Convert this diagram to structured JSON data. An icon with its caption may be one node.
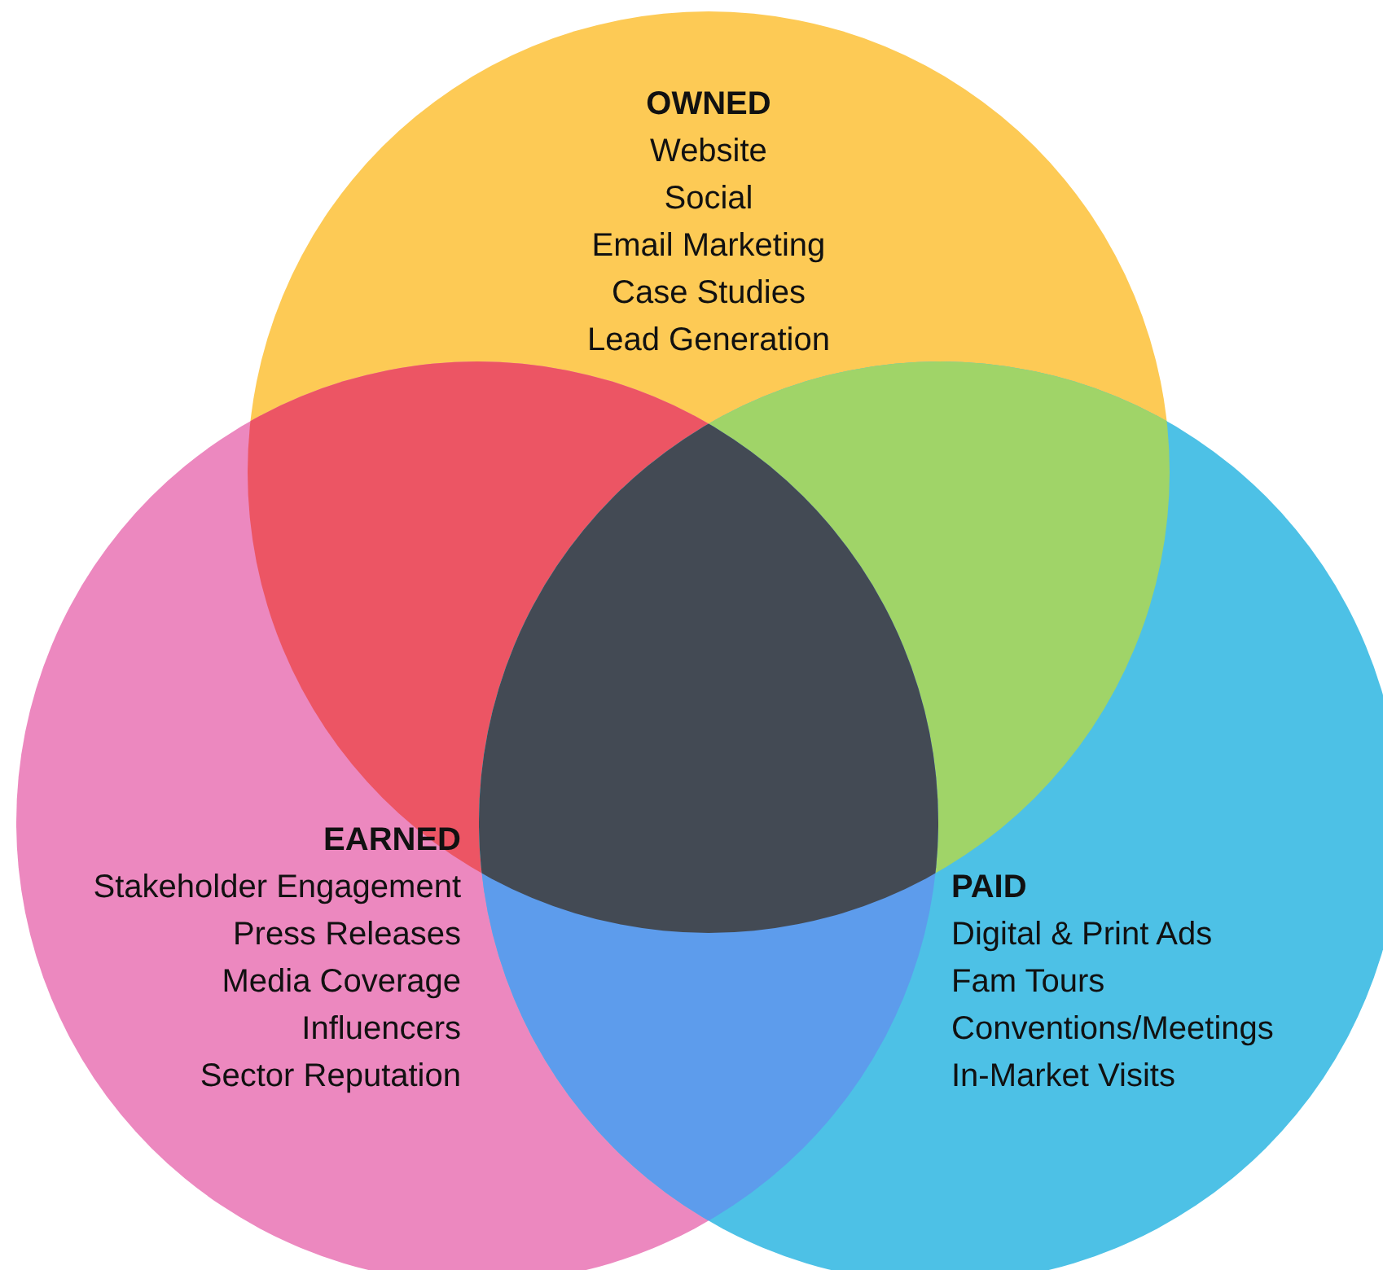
{
  "diagram": {
    "nodes": [
      {
        "text": [
          "OWNED",
          "Website",
          "Social",
          "Email Marketing",
          "Case Studies",
          "Lead Generation"
        ]
      },
      {
        "text": [
          "EARNED",
          "Stakeholder Engagement",
          "Press Releases",
          "Media Coverage",
          "Influencers",
          "Sector Reputation"
        ]
      },
      {
        "text": [
          "PAID",
          "Digital & Print Ads",
          "Fam Tours",
          "Conventions/Meetings",
          "In-Market Visits"
        ]
      }
    ]
  }
}
